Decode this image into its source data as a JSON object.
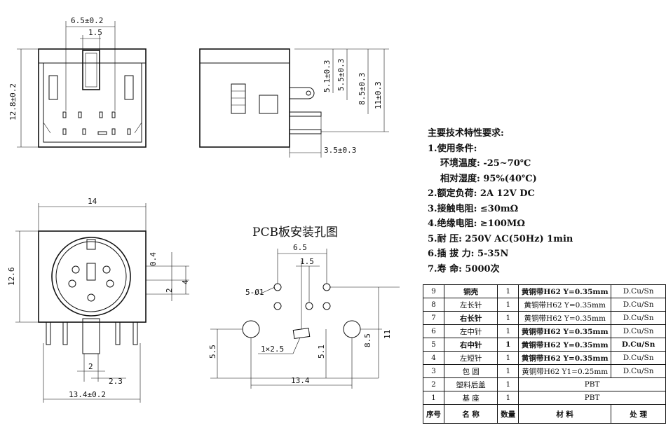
{
  "front_view": {
    "width_label": "6.5±0.2",
    "key_label": "1.5",
    "height_label": "12.8±0.2"
  },
  "side_view": {
    "dim1": "5.1±0.3",
    "dim2": "5.5±0.3",
    "dim3": "8.5±0.3",
    "dim4": "11±0.3",
    "pin_len": "3.5±0.3"
  },
  "face_view": {
    "width": "14",
    "height": "12.6",
    "d04": "0.4",
    "d2": "2",
    "d4": "4",
    "pin2": "2",
    "pin23": "2.3",
    "base": "13.4±0.2"
  },
  "pcb": {
    "title": "PCB板安装孔图",
    "w65": "6.5",
    "w15": "1.5",
    "holes": "5-Ø1",
    "slot": "1×2.5",
    "h55": "5.5",
    "h51": "5.1",
    "h85": "8.5",
    "h11": "11",
    "w134": "13.4"
  },
  "spec": {
    "title": "主要技术特性要求:",
    "l1": "1.使用条件:",
    "l1a": "环境温度: -25~70℃",
    "l1b": "相对湿度: 95%(40℃)",
    "l2": "2.额定负荷: 2A 12V DC",
    "l3": "3.接触电阻: ≤30mΩ",
    "l4": "4.绝缘电阻: ≥100MΩ",
    "l5": "5.耐    压: 250V AC(50Hz) 1min",
    "l6": "6.插 拔 力: 5-35N",
    "l7": "7.寿    命: 5000次"
  },
  "bom": {
    "rows": [
      {
        "no": "9",
        "name": "铜壳",
        "qty": "1",
        "mat": "黄铜带H62 Y=0.35mm",
        "fin": "D.Cu/Sn"
      },
      {
        "no": "8",
        "name": "左长针",
        "qty": "1",
        "mat": "黄铜带H62 Y=0.35mm",
        "fin": "D.Cu/Sn"
      },
      {
        "no": "7",
        "name": "右长针",
        "qty": "1",
        "mat": "黄铜带H62 Y=0.35mm",
        "fin": "D.Cu/Sn"
      },
      {
        "no": "6",
        "name": "左中针",
        "qty": "1",
        "mat": "黄铜带H62 Y=0.35mm",
        "fin": "D.Cu/Sn"
      },
      {
        "no": "5",
        "name": "右中针",
        "qty": "1",
        "mat": "黄铜带H62 Y=0.35mm",
        "fin": "D.Cu/Sn"
      },
      {
        "no": "4",
        "name": "左短针",
        "qty": "1",
        "mat": "黄铜带H62 Y=0.35mm",
        "fin": "D.Cu/Sn"
      },
      {
        "no": "3",
        "name": "包 圆",
        "qty": "1",
        "mat": "黄铜带H62 Y1=0.25mm",
        "fin": "D.Cu/Sn"
      },
      {
        "no": "2",
        "name": "塑料后盖",
        "qty": "1",
        "mat": "PBT",
        "fin": ""
      },
      {
        "no": "1",
        "name": "基 座",
        "qty": "1",
        "mat": "PBT",
        "fin": ""
      }
    ],
    "header": {
      "no": "序号",
      "name": "名 称",
      "qty": "数量",
      "mat": "材 料",
      "fin": "处 理"
    }
  }
}
